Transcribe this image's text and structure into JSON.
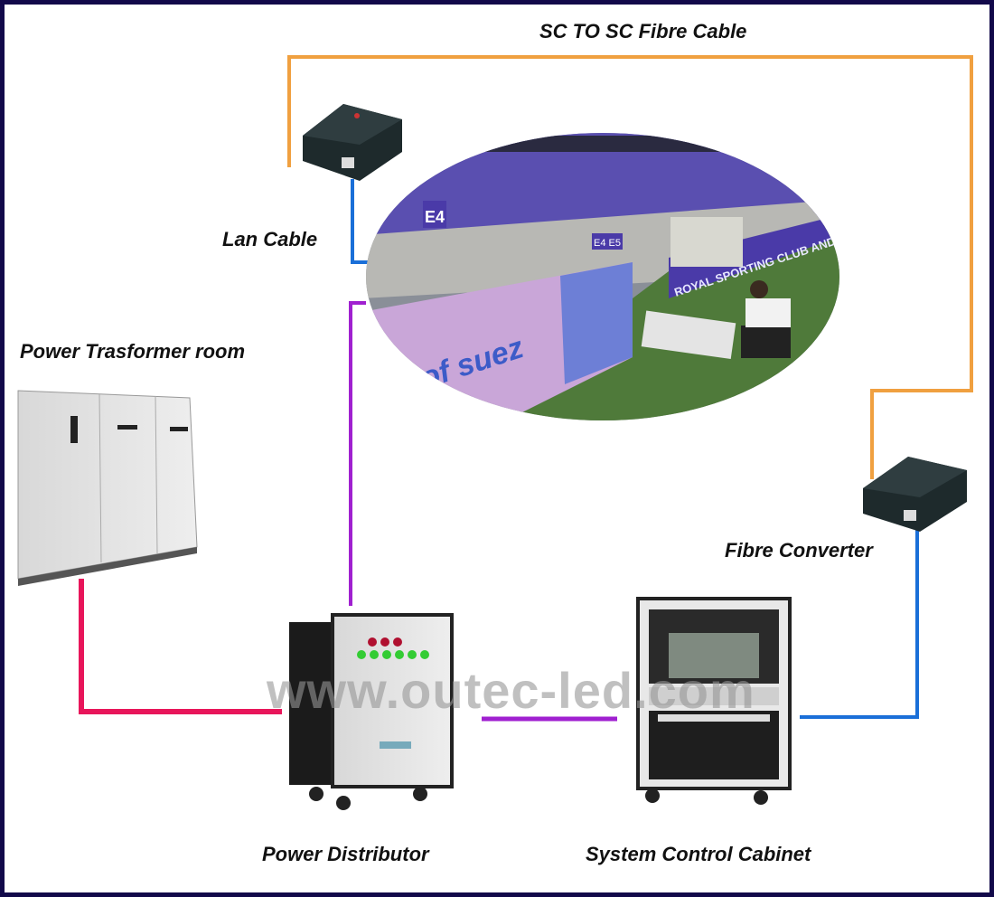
{
  "labels": {
    "fibre_cable": "SC TO SC Fibre Cable",
    "lan_cable": "Lan Cable",
    "transformer_room": "Power Trasformer room",
    "fibre_converter": "Fibre Converter",
    "power_distributor": "Power Distributor",
    "control_cabinet": "System Control Cabinet"
  },
  "photo_text": {
    "sign_e4": "E4",
    "sign_e4e5": "E4 E5",
    "banner_right": "ROYAL SPORTING CLUB ANDERLECHT",
    "banner_left": "of suez"
  },
  "watermark": "www.outec-led.com",
  "colors": {
    "border": "#12094a",
    "fibre": "#f0a040",
    "lan": "#1a6fd8",
    "power_purple": "#a020d0",
    "power_red": "#e8155a"
  }
}
